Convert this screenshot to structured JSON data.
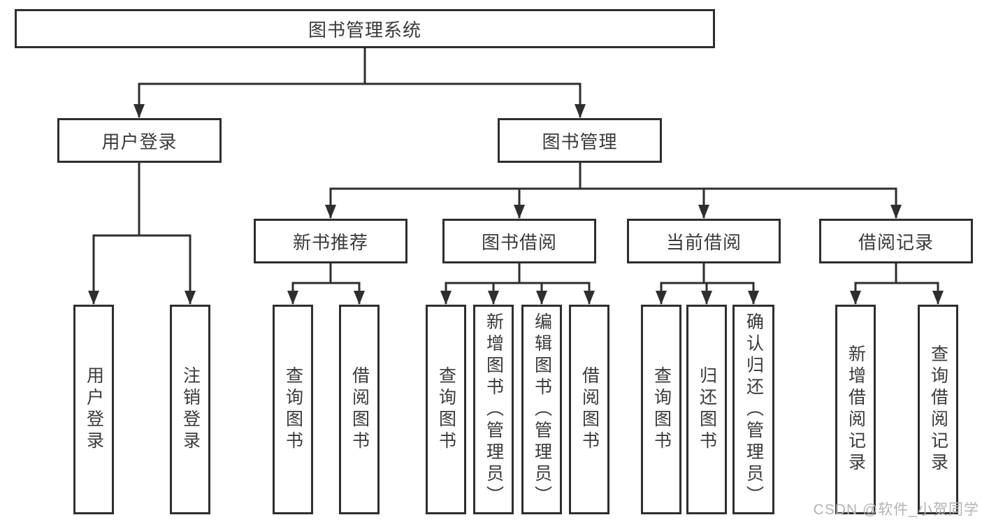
{
  "diagram": {
    "title": "图书管理系统",
    "tree": {
      "root": {
        "label": "图书管理系统"
      },
      "branches": [
        {
          "label": "用户登录",
          "children": [
            {
              "label": "用户登录"
            },
            {
              "label": "注销登录"
            }
          ]
        },
        {
          "label": "图书管理",
          "children": [
            {
              "label": "新书推荐",
              "children": [
                {
                  "label": "查询图书"
                },
                {
                  "label": "借阅图书"
                }
              ]
            },
            {
              "label": "图书借阅",
              "children": [
                {
                  "label": "查询图书"
                },
                {
                  "label": "新增图书（管理员）"
                },
                {
                  "label": "编辑图书（管理员）"
                },
                {
                  "label": "借阅图书"
                }
              ]
            },
            {
              "label": "当前借阅",
              "children": [
                {
                  "label": "查询图书"
                },
                {
                  "label": "归还图书"
                },
                {
                  "label": "确认归还（管理员）"
                }
              ]
            },
            {
              "label": "借阅记录",
              "children": [
                {
                  "label": "新增借阅记录"
                },
                {
                  "label": "查询借阅记录"
                }
              ]
            }
          ]
        }
      ]
    },
    "colors": {
      "background": "#ffffff",
      "box_border": "#2e2e2e",
      "line": "#2e2e2e",
      "text": "#3a3a3a",
      "watermark": "#b3b3b3"
    }
  },
  "watermark": "CSDN @软件_小贺同学"
}
